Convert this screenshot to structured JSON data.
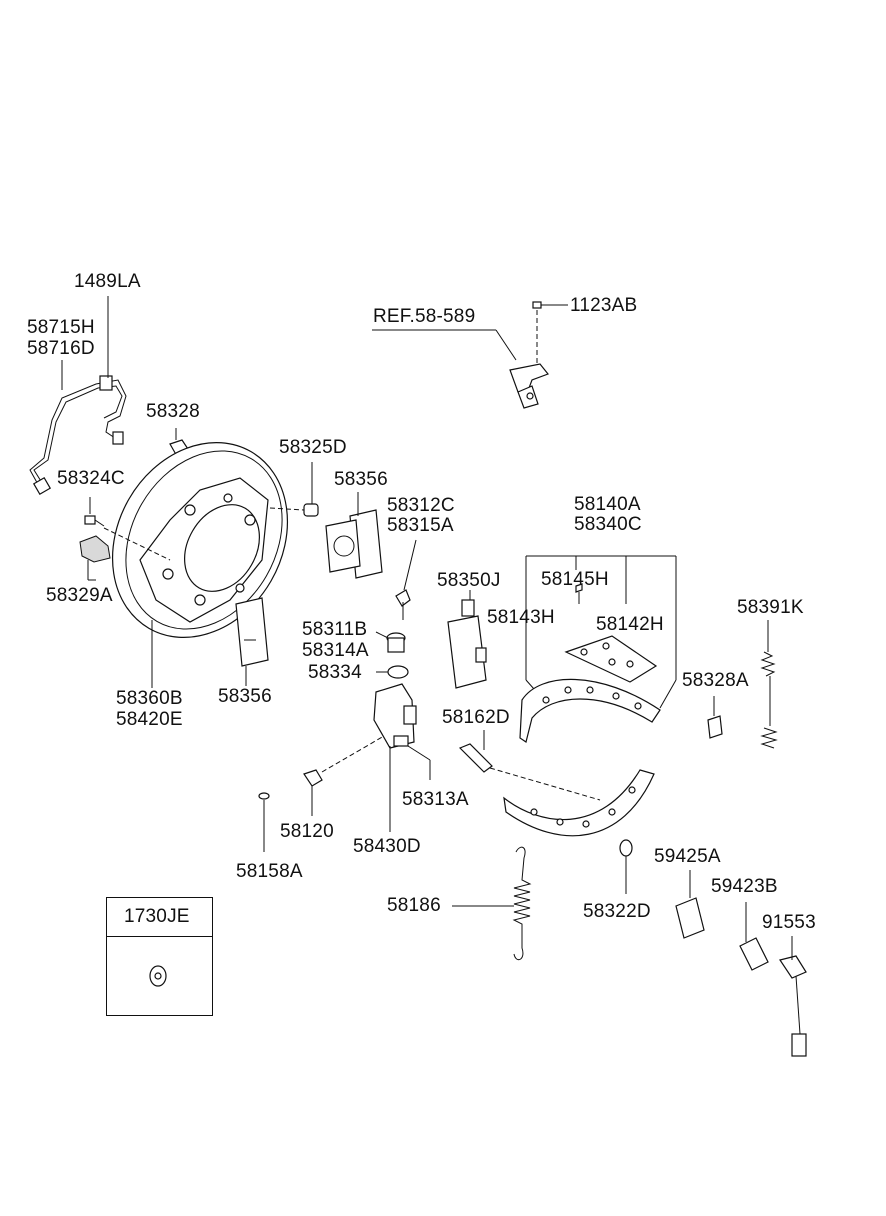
{
  "callouts": {
    "p1489LA": "1489LA",
    "p58715H": "58715H",
    "p58716D": "58716D",
    "p58328": "58328",
    "p58324C": "58324C",
    "p58329A": "58329A",
    "p58325D": "58325D",
    "p58356_top": "58356",
    "p58312C": "58312C",
    "p58315A": "58315A",
    "p58350J": "58350J",
    "p58311B": "58311B",
    "p58314A": "58314A",
    "p58334": "58334",
    "p58356_bottom": "58356",
    "p58360B": "58360B",
    "p58420E": "58420E",
    "pREF": "REF.58-589",
    "p1123AB": "1123AB",
    "p58140A": "58140A",
    "p58340C": "58340C",
    "p58145H": "58145H",
    "p58143H": "58143H",
    "p58142H": "58142H",
    "p58391K": "58391K",
    "p58328A": "58328A",
    "p58162D": "58162D",
    "p58313A": "58313A",
    "p58120": "58120",
    "p58430D": "58430D",
    "p58158A": "58158A",
    "p58186": "58186",
    "p58322D": "58322D",
    "p59425A": "59425A",
    "p59423B": "59423B",
    "p91553": "91553",
    "p1730JE": "1730JE"
  }
}
